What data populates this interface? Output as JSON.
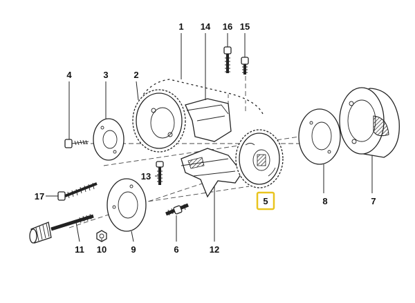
{
  "callouts": {
    "c1": "1",
    "c2": "2",
    "c3": "3",
    "c4": "4",
    "c5": "5",
    "c6": "6",
    "c7": "7",
    "c8": "8",
    "c9": "9",
    "c10": "10",
    "c11": "11",
    "c12": "12",
    "c13": "13",
    "c14": "14",
    "c15": "15",
    "c16": "16",
    "c17": "17"
  },
  "highlight": {
    "callout": "5",
    "color": "#e9c41e"
  }
}
